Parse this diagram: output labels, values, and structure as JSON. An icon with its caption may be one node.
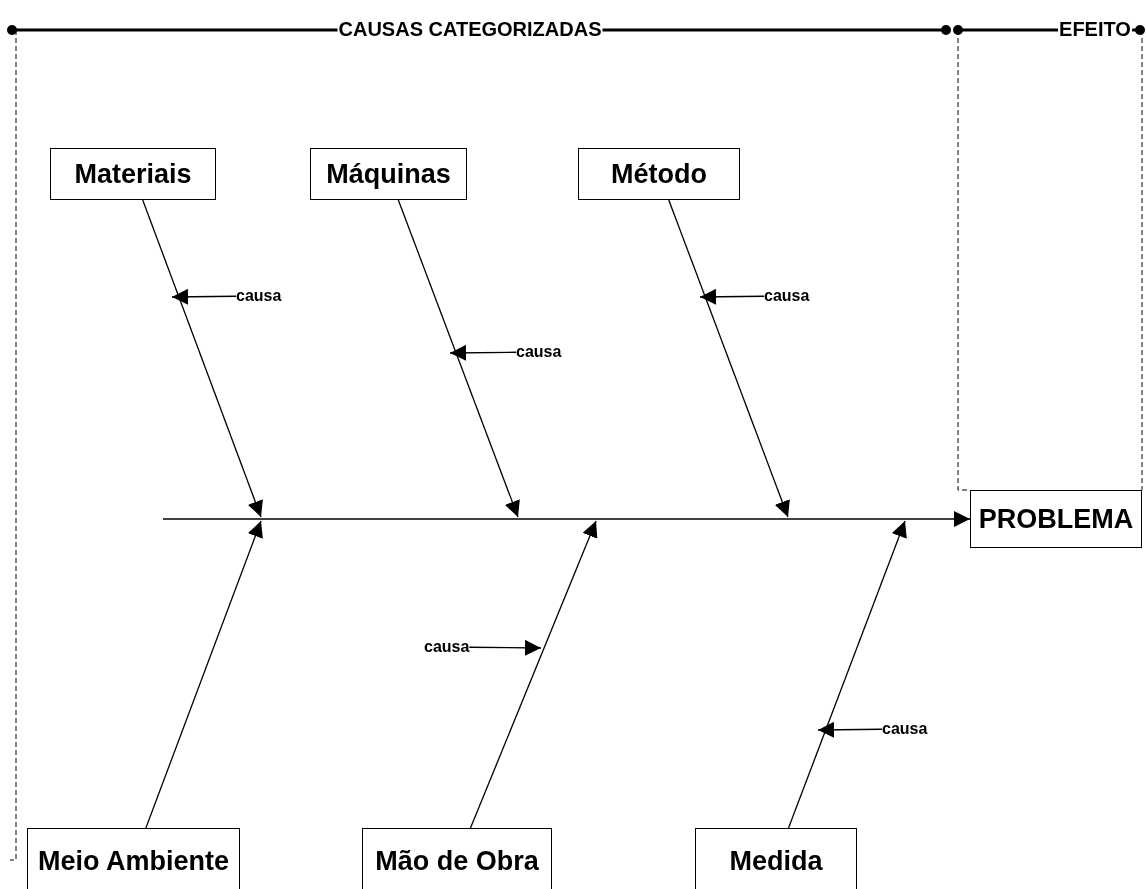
{
  "diagram": {
    "nodes": [
      {
        "text": [
          "Materiais"
        ]
      },
      {
        "text": [
          "Máquinas"
        ]
      },
      {
        "text": [
          "Método"
        ]
      },
      {
        "text": [
          "Meio Ambiente"
        ]
      },
      {
        "text": [
          "Mão de Obra"
        ]
      },
      {
        "text": [
          "Medida"
        ]
      },
      {
        "text": [
          "PROBLEMA"
        ]
      },
      {
        "text": [
          "causa"
        ]
      },
      {
        "text": [
          "causa"
        ]
      },
      {
        "text": [
          "causa"
        ]
      },
      {
        "text": [
          "causa"
        ]
      },
      {
        "text": [
          "causa"
        ]
      }
    ],
    "edges": [
      {
        "from": null,
        "to": 6,
        "arrow": "to"
      },
      {
        "from": 0,
        "to": null,
        "arrow": "to"
      },
      {
        "from": 1,
        "to": null,
        "arrow": "to"
      },
      {
        "from": 2,
        "to": null,
        "arrow": "to"
      },
      {
        "from": 3,
        "to": null,
        "arrow": "to"
      },
      {
        "from": 4,
        "to": null,
        "arrow": "to"
      },
      {
        "from": 5,
        "to": null,
        "arrow": "to"
      },
      {
        "from": 7,
        "to": null,
        "arrow": "to"
      },
      {
        "from": 8,
        "to": null,
        "arrow": "to"
      },
      {
        "from": 9,
        "to": null,
        "arrow": "to"
      },
      {
        "from": 10,
        "to": null,
        "arrow": "to"
      },
      {
        "from": 11,
        "to": null,
        "arrow": "to"
      }
    ],
    "labels": [
      "CAUSAS CATEGORIZADAS",
      "EFEITO"
    ]
  }
}
